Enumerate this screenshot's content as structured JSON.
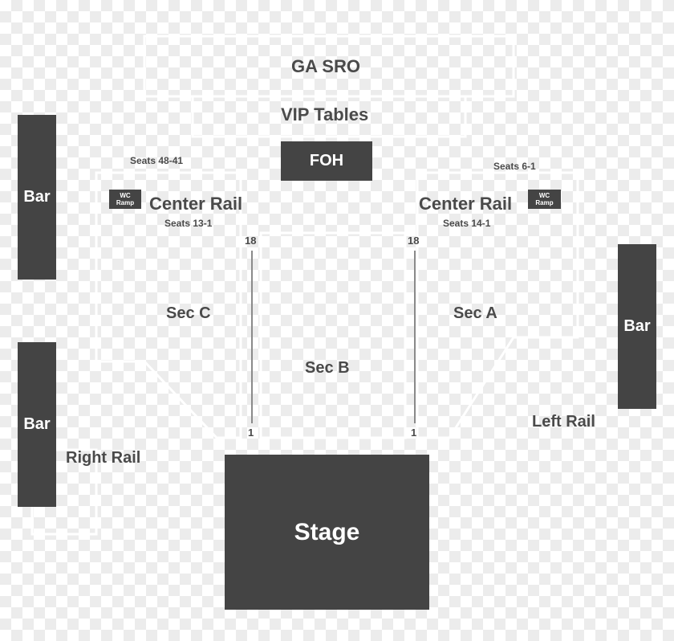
{
  "colors": {
    "block": "#444444",
    "text": "#4a4a4a",
    "outline": "#ffffff",
    "checker": "#ececec"
  },
  "venue": {
    "ga_sro": "GA SRO",
    "vip_tables": "VIP Tables",
    "foh": "FOH",
    "stage": "Stage",
    "bars": [
      "Bar",
      "Bar",
      "Bar"
    ],
    "wc_ramps": [
      {
        "line1": "WC",
        "line2": "Ramp"
      },
      {
        "line1": "WC",
        "line2": "Ramp"
      }
    ],
    "center_rails": [
      "Center Rail",
      "Center Rail"
    ],
    "right_rail": "Right Rail",
    "left_rail": "Left Rail",
    "seat_labels": [
      "Seats 48-41",
      "Seats 6-1",
      "Seats 13-1",
      "Seats 14-1"
    ],
    "sections": [
      "Sec C",
      "Sec B",
      "Sec A"
    ],
    "row_numbers": [
      "18",
      "18",
      "1",
      "1"
    ]
  }
}
